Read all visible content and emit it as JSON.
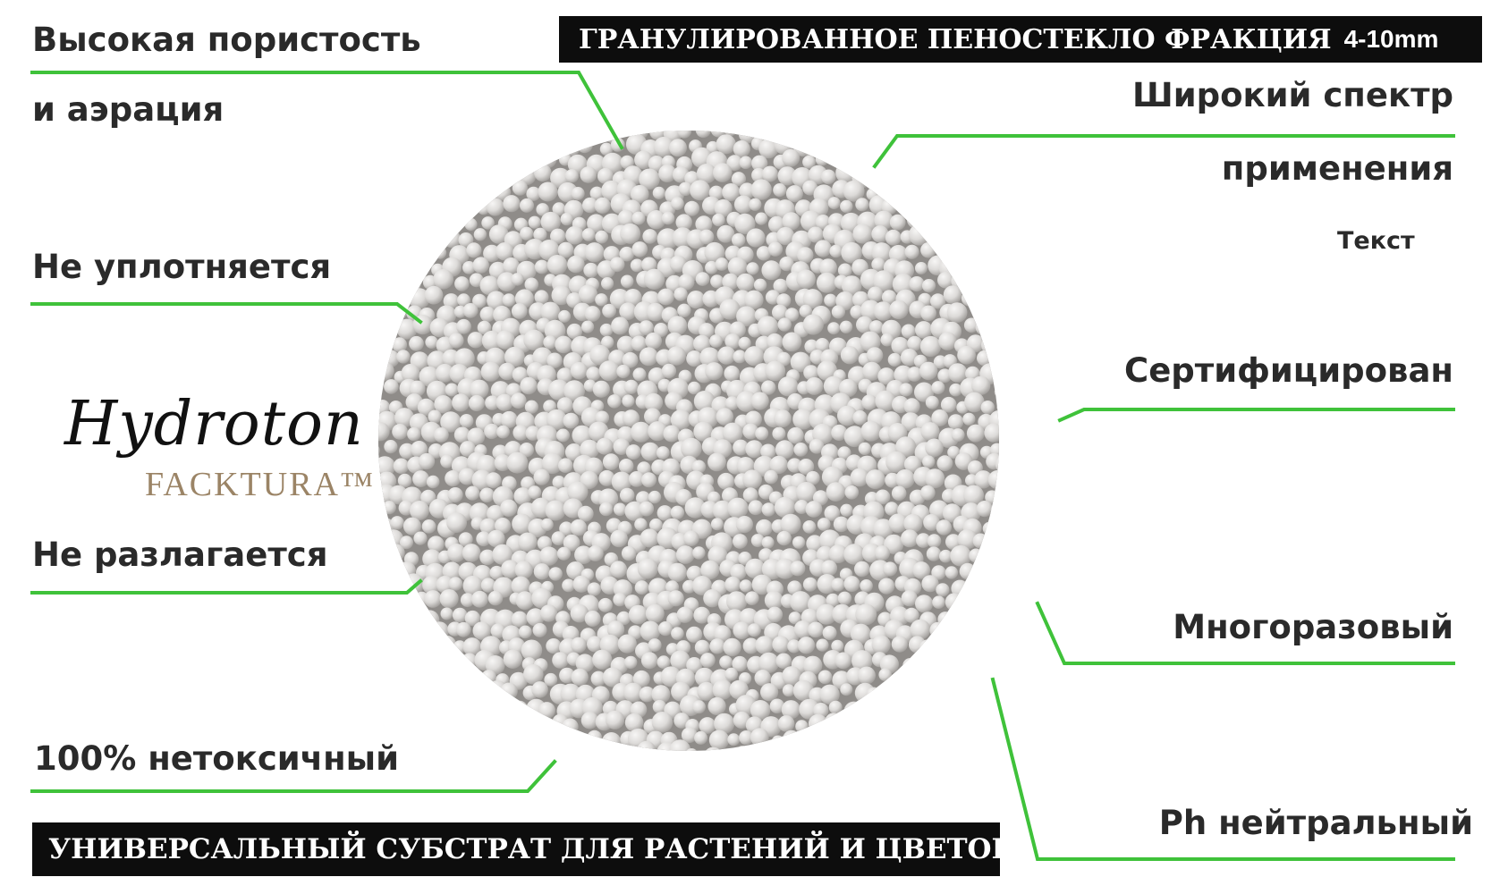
{
  "banners": {
    "top_title": "ГРАНУЛИРОВАННОЕ ПЕНОСТЕКЛО ФРАКЦИЯ",
    "top_fraction": "4-10mm",
    "bottom_title": "УНИВЕРСАЛЬНЫЙ СУБСТРАТ ДЛЯ РАСТЕНИЙ И ЦВЕТОВ"
  },
  "features_left": {
    "porosity_line1": "Высокая пористость",
    "porosity_line2": "и аэрация",
    "no_compaction": "Не уплотняется",
    "no_decomposition": "Не разлагается",
    "non_toxic": "100% нетоксичный"
  },
  "features_right": {
    "wide_range_line1": "Широкий спектр",
    "wide_range_line2": "применения",
    "placeholder_text": "Текст",
    "certified": "Сертифицирован",
    "reusable": "Многоразовый",
    "ph_neutral": "Ph нейтральный"
  },
  "logo": {
    "script": "Hydroton",
    "sub": "FACKTURA™"
  },
  "colors": {
    "leader_green": "#3fc23a",
    "banner_bg": "#0d0d0d",
    "granule_fill": "#d8d6d4"
  }
}
